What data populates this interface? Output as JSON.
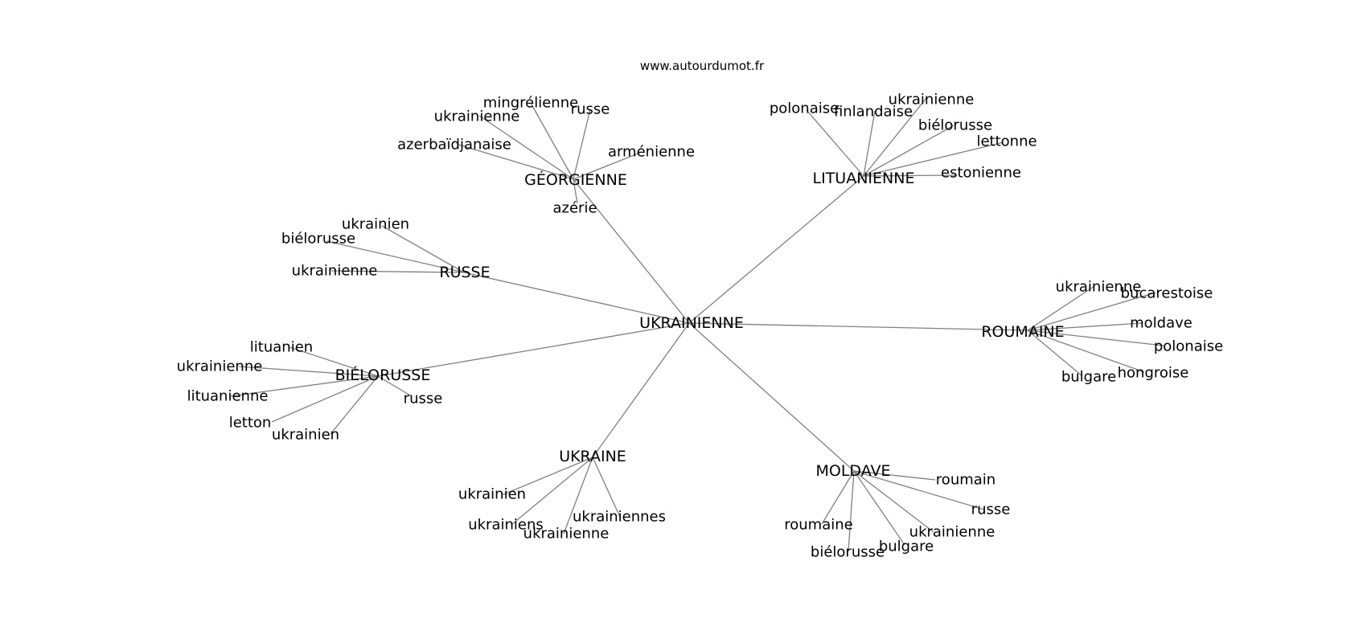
{
  "source": "www.autourdumot.fr",
  "graph": {
    "center": {
      "label": "UKRAINIENNE"
    },
    "hubs": [
      {
        "label": "GÉORGIENNE",
        "leaves": [
          "mingrélienne",
          "russe",
          "ukrainienne",
          "azerbaïdjanaise",
          "arménienne",
          "azérie"
        ]
      },
      {
        "label": "LITUANIENNE",
        "leaves": [
          "polonaise",
          "finlandaise",
          "ukrainienne",
          "biélorusse",
          "lettonne",
          "estonienne"
        ]
      },
      {
        "label": "RUSSE",
        "leaves": [
          "ukrainien",
          "biélorusse",
          "ukrainienne"
        ]
      },
      {
        "label": "ROUMAINE",
        "leaves": [
          "ukrainienne",
          "bucarestoise",
          "moldave",
          "polonaise",
          "hongroise",
          "bulgare"
        ]
      },
      {
        "label": "BIÉLORUSSE",
        "leaves": [
          "lituanien",
          "ukrainienne",
          "lituanienne",
          "letton",
          "ukrainien",
          "russe"
        ]
      },
      {
        "label": "UKRAINE",
        "leaves": [
          "ukrainien",
          "ukrainiens",
          "ukrainienne",
          "ukrainiennes"
        ]
      },
      {
        "label": "MOLDAVE",
        "leaves": [
          "roumain",
          "russe",
          "ukrainienne",
          "bulgare",
          "biélorusse",
          "roumaine"
        ]
      }
    ]
  }
}
